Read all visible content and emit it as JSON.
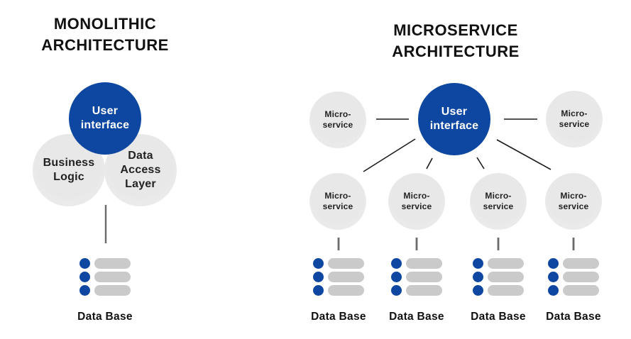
{
  "monolithic": {
    "title": "MONOLITHIC\nARCHITECTURE",
    "user_interface_label": "User\ninterface",
    "business_logic_label": "Business\nLogic",
    "data_access_label": "Data\nAccess\nLayer",
    "database_label": "Data Base"
  },
  "microservice": {
    "title": "MICROSERVICE\nARCHITECTURE",
    "user_interface_label": "User\ninterface",
    "top_services": [
      {
        "label": "Micro-\nservice"
      },
      {
        "label": "Micro-\nservice"
      }
    ],
    "bottom_services": [
      {
        "label": "Micro-\nservice"
      },
      {
        "label": "Micro-\nservice"
      },
      {
        "label": "Micro-\nservice"
      },
      {
        "label": "Micro-\nservice"
      }
    ],
    "databases": [
      {
        "label": "Data Base"
      },
      {
        "label": "Data Base"
      },
      {
        "label": "Data Base"
      },
      {
        "label": "Data Base"
      }
    ]
  },
  "colors": {
    "primary_blue": "#0d47a1",
    "circle_gray": "#e9e9e9",
    "bar_gray": "#cacaca",
    "connector_dark": "#1a1a1a",
    "connector_gray": "#6b6b6b",
    "title_text": "#111111"
  }
}
